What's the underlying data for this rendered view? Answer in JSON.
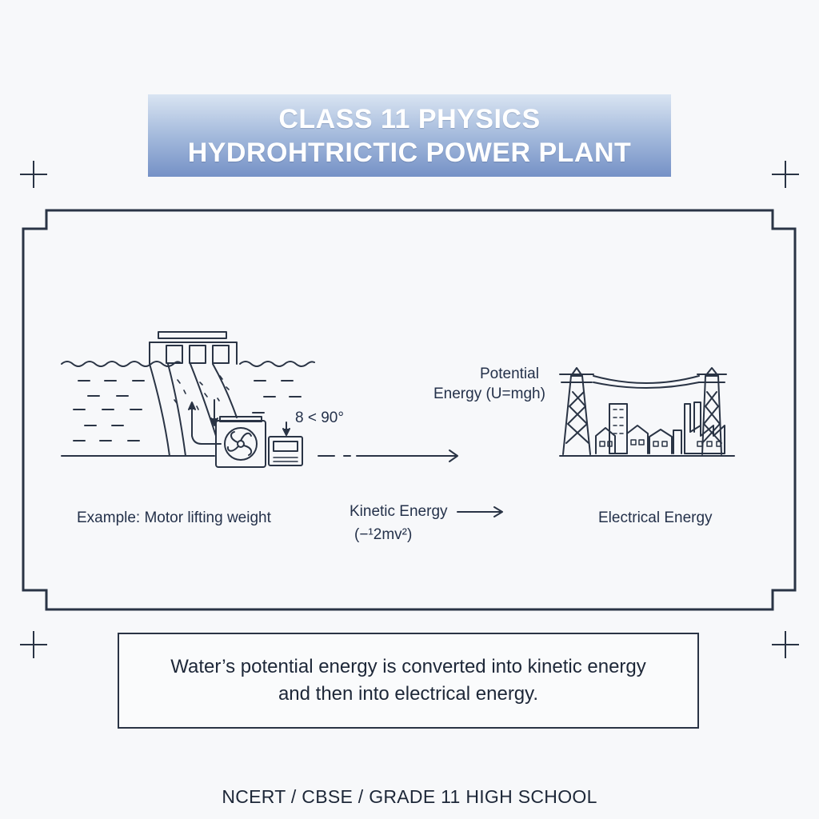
{
  "header": {
    "title_line1": "CLASS 11 PHYSICS",
    "title_line2": "HYDROHTRICTIC POWER PLANT"
  },
  "diagram": {
    "angle_label": "8 < 90°",
    "potential_label_line1": "Potential",
    "potential_label_line2": "Energy (U=mgh)",
    "example_label": "Example: Motor lifting weight",
    "kinetic_label_line1": "Kinetic Energy",
    "kinetic_label_line2": "(−¹2mv²)",
    "electrical_label": "Electrical Energy",
    "icons": [
      "dam-icon",
      "turbine-icon",
      "generator-icon",
      "transmission-tower-icon",
      "city-icon",
      "arrow-right-icon"
    ]
  },
  "summary": {
    "line1": "Water’s potential energy is converted into kinetic energy",
    "line2": "and then into electrical energy."
  },
  "footer": {
    "text": "NCERT / CBSE / GRADE 11 HIGH SCHOOL"
  },
  "colors": {
    "ink": "#2a3445",
    "banner_top": "#d9e4f2",
    "banner_bottom": "#7591c6"
  }
}
